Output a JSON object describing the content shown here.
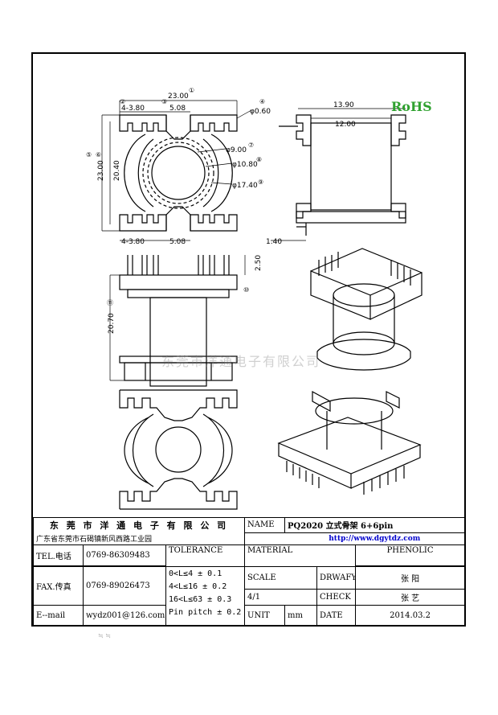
{
  "drawing": {
    "rohs": "RoHS",
    "watermark": "东莞市洋通电子有限公司",
    "dims": {
      "width_total": "23.00",
      "pitch_a": "4-3.80",
      "center_gap": "5.08",
      "pin_dia": "φ0.60",
      "height_total": "23.00",
      "height_inner": "20.40",
      "bore": "φ9.00",
      "flange_inner": "φ10.80",
      "flange_outer": "φ17.40",
      "pitch_b": "4-3.80",
      "center_gap_b": "5.08",
      "side_width": "13.90",
      "side_inner": "12.00",
      "side_pin": "1.40",
      "pin_len": "2.50",
      "body_height": "20.70"
    },
    "markers": [
      "①",
      "②",
      "③",
      "④",
      "⑤",
      "⑥",
      "⑦",
      "⑧",
      "⑨",
      "⑩",
      "⑪"
    ]
  },
  "titleblock": {
    "company": "东 莞 市 洋 通 电 子 有 限 公 司",
    "address": "广东省东莞市石碣镇新风西路工业园",
    "name_label": "NAME",
    "name_value": "PQ2020 立式骨架   6+6pin",
    "website": "http://www.dgytdz.com",
    "tel_label": "TEL.电话",
    "tel_value": "0769-86309483",
    "fax_label": "FAX.传真",
    "fax_value": "0769-89026473",
    "email_label": "E--mail",
    "email_value": "wydz001@126.com",
    "tolerance_label": "TOLERANCE",
    "tol_1": "0<L≤4    ± 0.1",
    "tol_2": "4<L≤16   ± 0.2",
    "tol_3": "16<L≤63  ± 0.3",
    "tol_4": "Pin pitch ± 0.2",
    "material_label": "MATERIAL",
    "material_value": "PHENOLIC",
    "scale_label": "SCALE",
    "scale_value": "4/1",
    "drawby_label": "DRWAFY",
    "drawby_value": "张 阳",
    "check_label": "CHECK",
    "check_value": "张 艺",
    "unit_label": "UNIT",
    "unit_value": "mm",
    "date_label": "DATE",
    "date_value": "2014.03.2"
  },
  "stray": "≒ ≒"
}
